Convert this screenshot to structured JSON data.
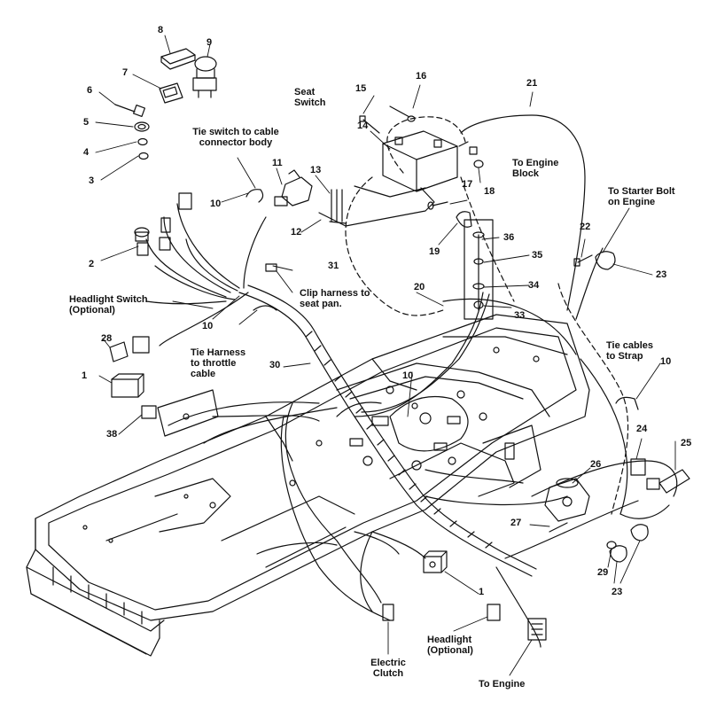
{
  "colors": {
    "ink": "#111111",
    "paper": "#ffffff",
    "mid": "#555555"
  },
  "callouts": {
    "tie_switch": "Tie switch to cable\nconnector body",
    "seat_switch": "Seat\nSwitch",
    "to_engine_block": "To Engine\nBlock",
    "to_starter_bolt": "To Starter Bolt\non Engine",
    "clip_harness": "Clip harness to\nseat pan.",
    "headlight_switch": "Headlight Switch\n(Optional)",
    "tie_harness": "Tie Harness\nto throttle\ncable",
    "tie_cables": "Tie cables\nto Strap",
    "headlight_optional": "Headlight\n(Optional)",
    "electric_clutch": "Electric\nClutch",
    "to_engine": "To Engine"
  },
  "parts": [
    "1",
    "1",
    "2",
    "3",
    "4",
    "5",
    "6",
    "7",
    "8",
    "9",
    "10",
    "10",
    "10",
    "10",
    "11",
    "12",
    "13",
    "14",
    "15",
    "16",
    "17",
    "18",
    "19",
    "20",
    "21",
    "22",
    "23",
    "23",
    "24",
    "25",
    "26",
    "27",
    "28",
    "29",
    "30",
    "31",
    "33",
    "34",
    "35",
    "36",
    "38"
  ]
}
